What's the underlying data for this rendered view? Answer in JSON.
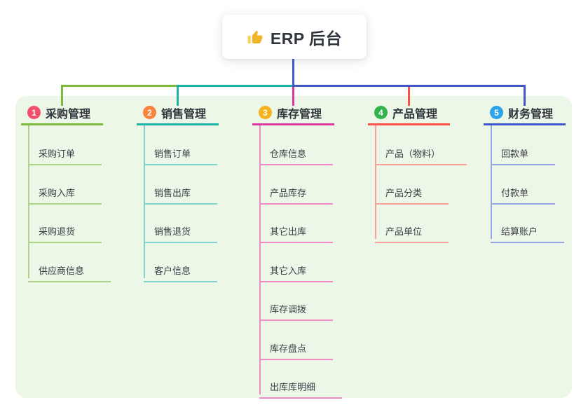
{
  "root": {
    "icon": "thumbs-up-icon",
    "title": "ERP 后台",
    "line_color": "#4458cd"
  },
  "panel": {
    "background": "#ecf7e7"
  },
  "branches": [
    {
      "num": "1",
      "label": "采购管理",
      "color": "#7bb83c",
      "child_color": "#aed587",
      "badge_color": "#f0506b",
      "children": [
        "采购订单",
        "采购入库",
        "采购退货",
        "供应商信息"
      ]
    },
    {
      "num": "2",
      "label": "销售管理",
      "color": "#1db3a6",
      "child_color": "#84d3ca",
      "badge_color": "#f8833c",
      "children": [
        "销售订单",
        "销售出库",
        "销售退货",
        "客户信息"
      ]
    },
    {
      "num": "3",
      "label": "库存管理",
      "color": "#da3a9f",
      "child_color": "#f089c4",
      "badge_color": "#f6b11f",
      "children": [
        "仓库信息",
        "产品库存",
        "其它出库",
        "其它入库",
        "库存调拨",
        "库存盘点",
        "出库库明细"
      ]
    },
    {
      "num": "4",
      "label": "产品管理",
      "color": "#f8524a",
      "child_color": "#f8a19b",
      "badge_color": "#32b34b",
      "children": [
        "产品（物料）",
        "产品分类",
        "产品单位"
      ]
    },
    {
      "num": "5",
      "label": "财务管理",
      "color": "#3f57c9",
      "child_color": "#95a7e8",
      "badge_color": "#2ca3ea",
      "children": [
        "回款单",
        "付款单",
        "结算账户"
      ]
    }
  ]
}
